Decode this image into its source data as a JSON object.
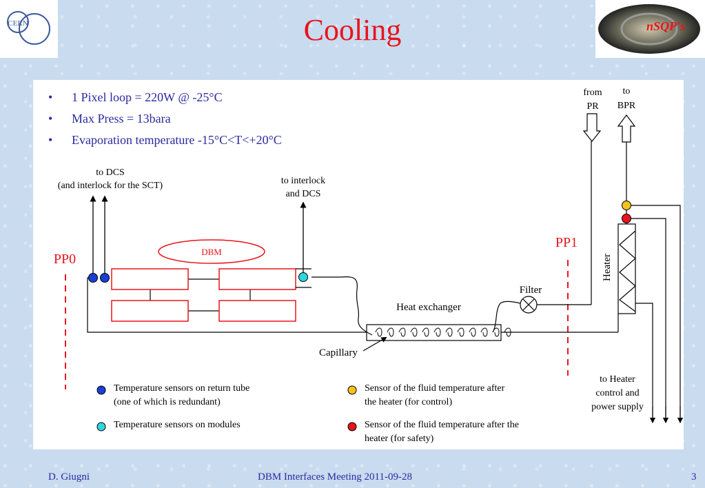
{
  "slide": {
    "title": "Cooling",
    "logos": {
      "left_icon": "cern-logo",
      "left_text": "CERN",
      "right_icon": "detector-logo",
      "right_text": "nSQP's"
    }
  },
  "bullets": [
    "1 Pixel loop = 220W @ -25°C",
    "Max Press = 13bara",
    "Evaporation temperature  -15°C<T<+20°C"
  ],
  "bullet_symbol": "•",
  "diagram": {
    "to_dcs_line1": "to DCS",
    "to_dcs_line2": "(and interlock for the SCT)",
    "to_interlock_line1": "to interlock",
    "to_interlock_line2": "and  DCS",
    "from_pr_line1": "from",
    "from_pr_line2": "PR",
    "to_bpr_line1": "to",
    "to_bpr_line2": "BPR",
    "pp0": "PP0",
    "pp1": "PP1",
    "dbm": "DBM",
    "heater": "Heater",
    "filter": "Filter",
    "heat_exchanger": "Heat exchanger",
    "capillary": "Capillary",
    "to_heater_line1": "to Heater",
    "to_heater_line2": "control and",
    "to_heater_line3": "power supply"
  },
  "legend": {
    "return_tube_line1": "Temperature sensors on return tube",
    "return_tube_line2": "(one of which is redundant)",
    "modules": "Temperature sensors on modules",
    "control_line1": "Sensor of the fluid temperature after",
    "control_line2": "the heater (for control)",
    "safety_line1": "Sensor of the fluid temperature after the",
    "safety_line2": "heater (for safety)"
  },
  "colors": {
    "title": "#e8141b",
    "text_blue": "#2a2aa0",
    "module_red": "#e8141b",
    "sensor_blue": "#1a3fd6",
    "sensor_cyan": "#2fd6e0",
    "sensor_yellow": "#f3c21d",
    "sensor_red": "#e8141b"
  },
  "footer": {
    "author": "D. Giugni",
    "meeting": "DBM Interfaces Meeting 2011-09-28",
    "page": "3"
  }
}
